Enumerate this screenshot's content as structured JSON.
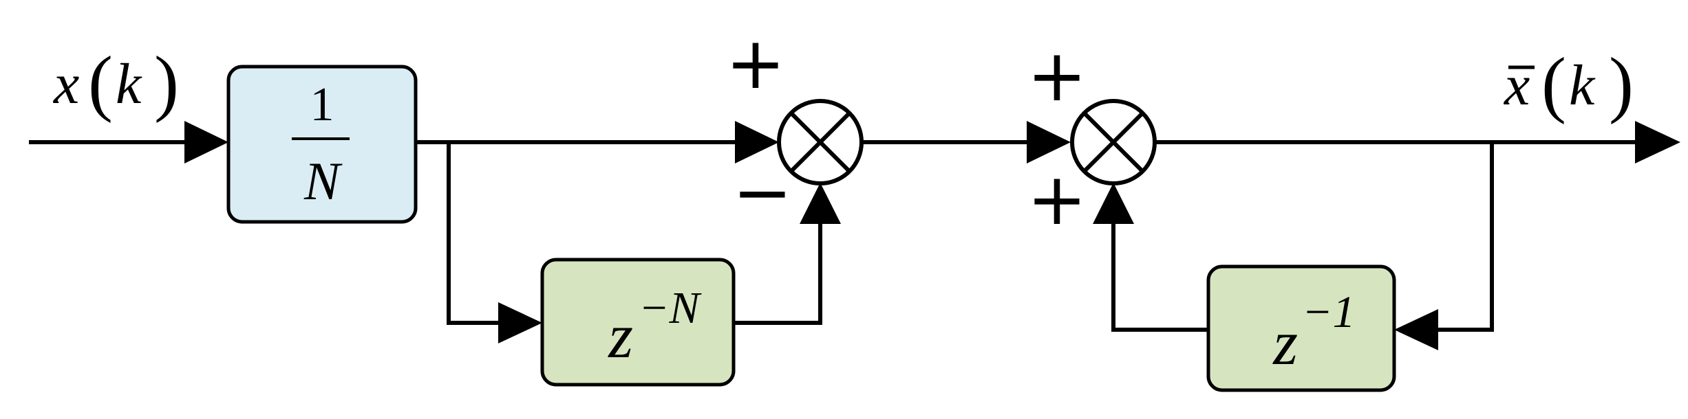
{
  "input_signal": {
    "var": "x",
    "arg": "k"
  },
  "output_signal": {
    "var": "x",
    "arg": "k"
  },
  "scale_block": {
    "numerator": "1",
    "denominator": "N"
  },
  "delay_n_block": {
    "base": "z",
    "exponent": "−N"
  },
  "delay_1_block": {
    "base": "z",
    "exponent": "−1"
  },
  "mixer1_signs": {
    "top": "+",
    "bottom": "−"
  },
  "mixer2_signs": {
    "top": "+",
    "bottom": "+"
  },
  "colors": {
    "scale_fill": "#daedf4",
    "delay_fill": "#d7e4c0",
    "line": "#000000"
  }
}
